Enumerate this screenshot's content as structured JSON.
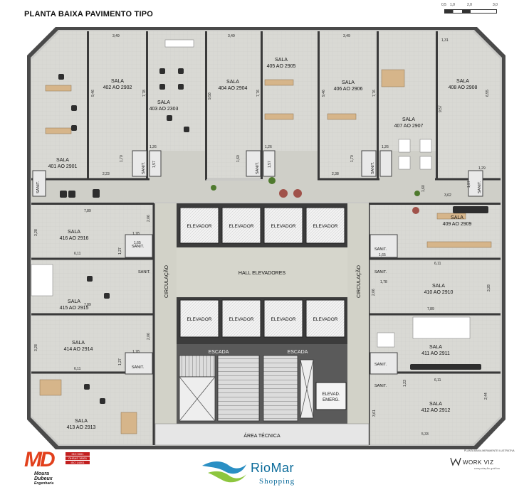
{
  "title": "PLANTA BAIXA PAVIMENTO TIPO",
  "scale_labels": [
    "0,5",
    "1,0",
    "2,0",
    "3,0"
  ],
  "rooms": {
    "r401": {
      "line1": "SALA",
      "line2": "401 AO 2901"
    },
    "r402": {
      "line1": "SALA",
      "line2": "402 AO 2902"
    },
    "r403": {
      "line1": "SALA",
      "line2": "403 AO 2303"
    },
    "r404": {
      "line1": "SALA",
      "line2": "404 AO 2904"
    },
    "r405": {
      "line1": "SALA",
      "line2": "405 AO 2905"
    },
    "r406": {
      "line1": "SALA",
      "line2": "406 AO 2906"
    },
    "r407": {
      "line1": "SALA",
      "line2": "407 AO 2907"
    },
    "r408": {
      "line1": "SALA",
      "line2": "408 AO 2908"
    },
    "r409": {
      "line1": "SALA",
      "line2": "409 AO 2909"
    },
    "r410": {
      "line1": "SALA",
      "line2": "410 AO 2910"
    },
    "r411": {
      "line1": "SALA",
      "line2": "411 AO 2911"
    },
    "r412": {
      "line1": "SALA",
      "line2": "412 AO 2912"
    },
    "r413": {
      "line1": "SALA",
      "line2": "413 AO 2913"
    },
    "r414": {
      "line1": "SALA",
      "line2": "414 AO 2914"
    },
    "r415": {
      "line1": "SALA",
      "line2": "415 AO 2915"
    },
    "r416": {
      "line1": "SALA",
      "line2": "416 AO 2916"
    }
  },
  "core": {
    "elevador": "ELEVADOR",
    "hall": "HALL ELEVADORES",
    "circulacao": "CIRCULAÇÃO",
    "escada": "ESCADA",
    "elevad_emerg_1": "ELEVAD.",
    "elevad_emerg_2": "EMERG.",
    "area_tecnica": "ÁREA TÉCNICA"
  },
  "sanit_label": "SANIT.",
  "dimensions": {
    "d1": "3,49",
    "d2": "3,49",
    "d3": "3,49",
    "d4": "1,31",
    "d5": "9,46",
    "d6": "7,78",
    "d7": "9,58",
    "d8": "7,76",
    "d9": "9,46",
    "d10": "7,76",
    "d11": "9,57",
    "d12": "6,55",
    "d13": "1,26",
    "d14": "1,70",
    "d15": "1,60",
    "d16": "1,26",
    "d17": "1,70",
    "d18": "1,26",
    "d19": "2,23",
    "d20": "2,38",
    "d21": "1,29",
    "d22": "1,97",
    "d23": "1,60",
    "d24": "7,89",
    "d25": "3,28",
    "d26": "2,06",
    "d27": "1,78",
    "d28": "1,27",
    "d29": "6,11",
    "d30": "3,62",
    "d31": "6,11",
    "d32": "1,78",
    "d33": "2,06",
    "d34": "3,28",
    "d35": "7,89",
    "d36": "3,28",
    "d37": "2,06",
    "d38": "1,78",
    "d39": "1,27",
    "d40": "6,11",
    "d41": "7,89",
    "d42": "6,11",
    "d43": "1,23",
    "d44": "2,44",
    "d45": "3,61",
    "d46": "5,33",
    "d47": "1,65",
    "d48": "1,65",
    "d49": "1,57",
    "d50": "1,57"
  },
  "caption": "PLANTA BAIXA MERAMENTE ILUSTRATIVA",
  "logo_md": {
    "mark": "MD",
    "name1": "Moura",
    "name2": "Dubeux",
    "sub": "Engenharia",
    "badges": [
      "ISO 9001",
      "OHSAS 18001",
      "ISO 14001"
    ]
  },
  "logo_riomar": {
    "name": "RioMar",
    "sub": "Shopping"
  },
  "logo_workviz": {
    "name": "WORK VIZ",
    "sub": "computação gráfica"
  },
  "colors": {
    "wall": "#4a4a4a",
    "room": "#dcdcda",
    "corridor": "#cfcfc8",
    "core": "#3c3c3c",
    "hall": "#d6d6cc",
    "accent_md": "#e2401c",
    "riomar_blue": "#0b6b9a",
    "riomar_green": "#8dc63f"
  }
}
